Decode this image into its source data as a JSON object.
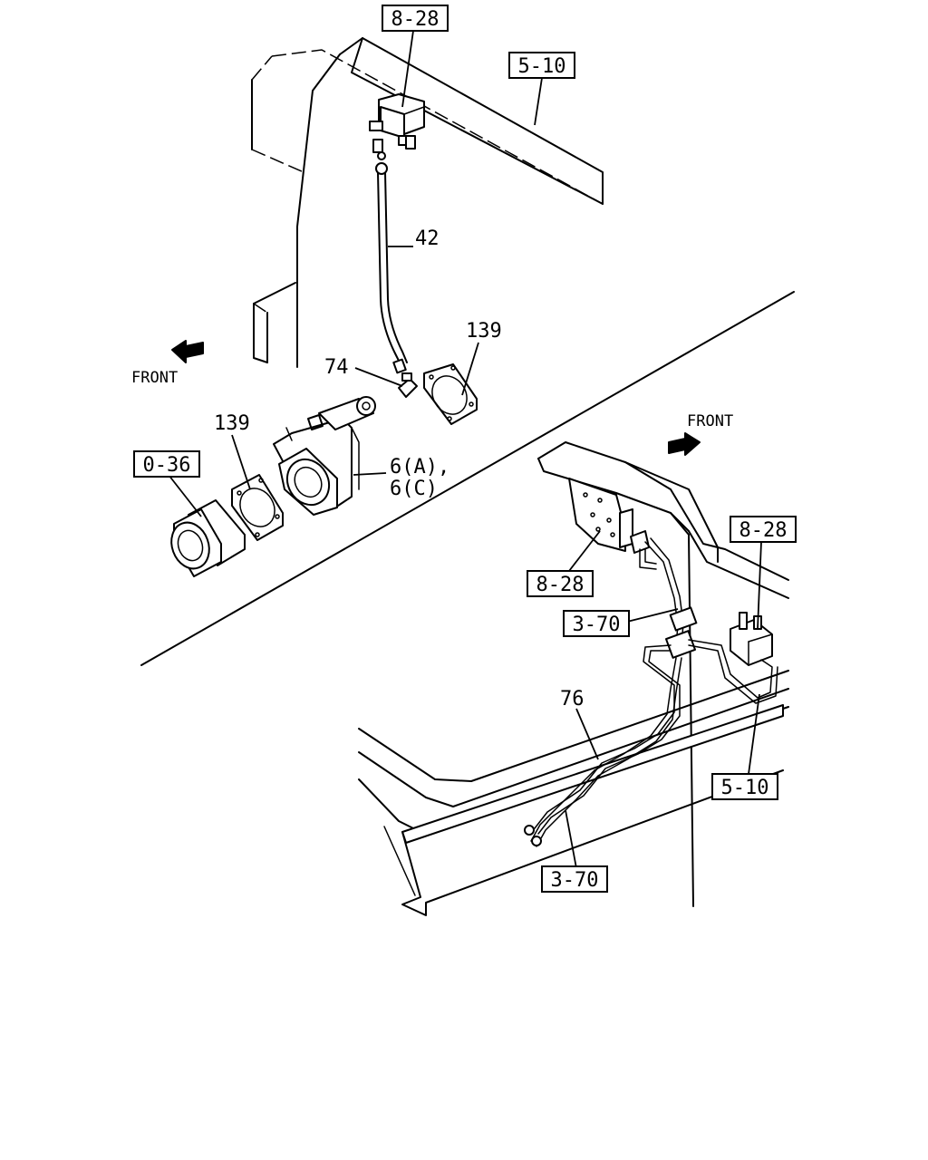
{
  "refs": {
    "top_8_28": "8-28",
    "top_5_10": "5-10",
    "left_0_36": "0-36",
    "right_8_28_a": "8-28",
    "right_8_28_b": "8-28",
    "right_3_70_a": "3-70",
    "right_5_10": "5-10",
    "right_3_70_b": "3-70"
  },
  "callouts": {
    "pipe_42": "42",
    "union_74": "74",
    "gasket_139_right": "139",
    "gasket_139_left": "139",
    "valve_6a": "6(A),",
    "valve_6c": "6(C)",
    "tube_76": "76"
  },
  "front": {
    "upper": "FRONT",
    "lower": "FRONT"
  }
}
